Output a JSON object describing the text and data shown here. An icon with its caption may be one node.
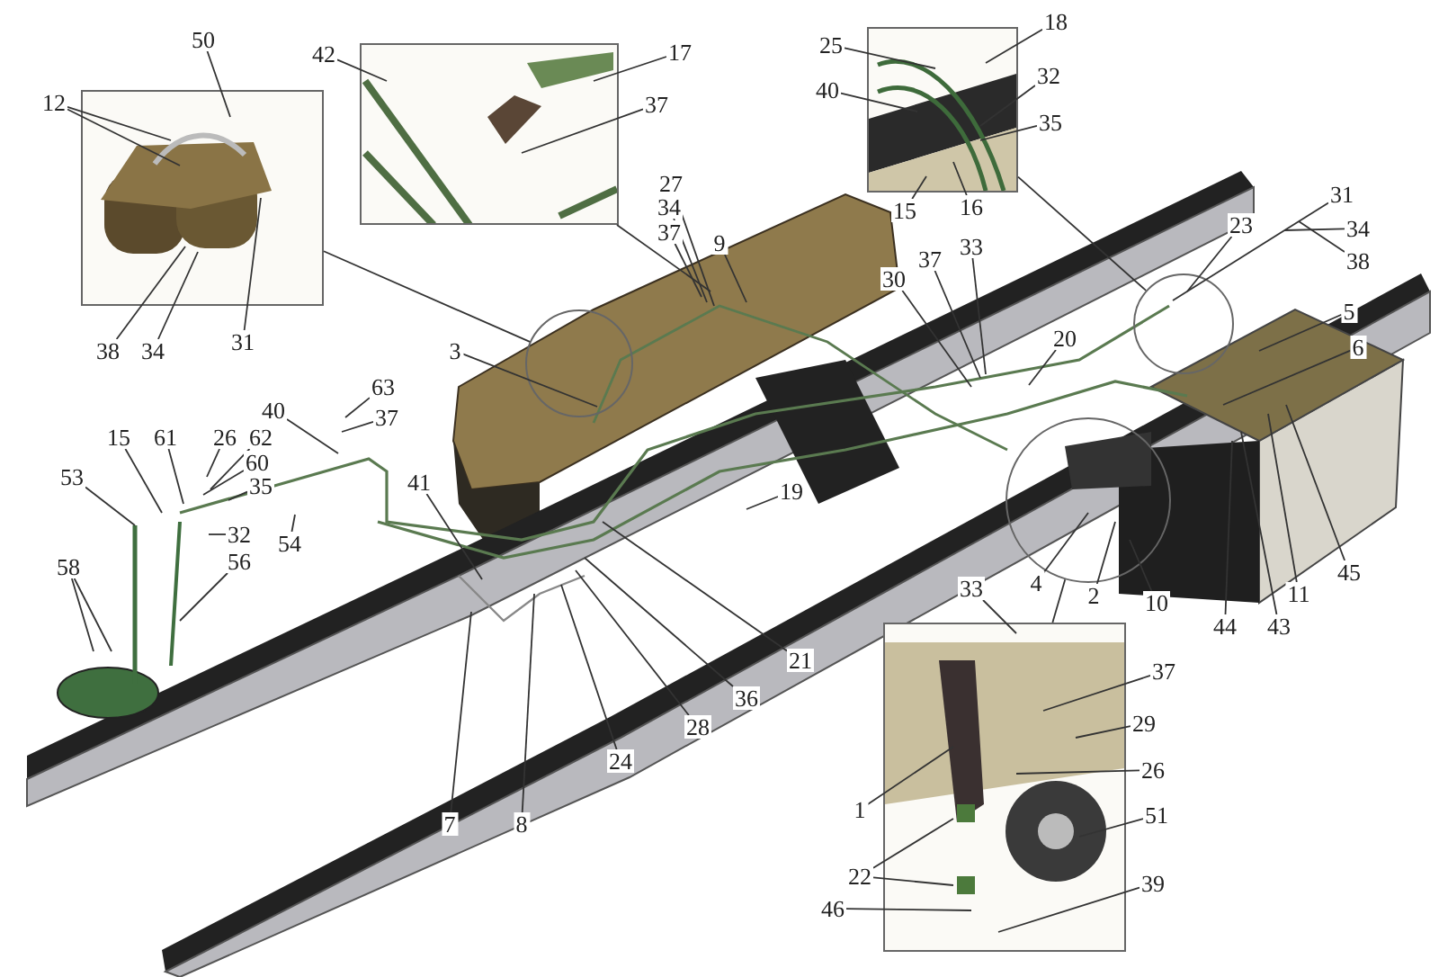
{
  "diagram": {
    "nodes": [
      {
        "text": [],
        "shape": "box"
      },
      {
        "text": [],
        "shape": "box"
      },
      {
        "text": [],
        "shape": "box"
      },
      {
        "text": [],
        "shape": "box"
      },
      {
        "text": [],
        "shape": "circle"
      },
      {
        "text": [],
        "shape": "circle"
      },
      {
        "text": [],
        "shape": "circle"
      },
      {
        "text": [
          "50"
        ]
      },
      {
        "text": [
          "12"
        ]
      },
      {
        "text": [
          "42"
        ]
      },
      {
        "text": [
          "17"
        ]
      },
      {
        "text": [
          "37"
        ]
      },
      {
        "text": [
          "25"
        ]
      },
      {
        "text": [
          "18"
        ]
      },
      {
        "text": [
          "40"
        ]
      },
      {
        "text": [
          "32"
        ]
      },
      {
        "text": [
          "35"
        ]
      },
      {
        "text": [
          "15"
        ]
      },
      {
        "text": [
          "16"
        ]
      },
      {
        "text": [
          "38"
        ]
      },
      {
        "text": [
          "34"
        ]
      },
      {
        "text": [
          "31"
        ]
      },
      {
        "text": [
          "27"
        ]
      },
      {
        "text": [
          "34"
        ]
      },
      {
        "text": [
          "37"
        ]
      },
      {
        "text": [
          "9"
        ]
      },
      {
        "text": [
          "3"
        ]
      },
      {
        "text": [
          "33"
        ]
      },
      {
        "text": [
          "37"
        ]
      },
      {
        "text": [
          "30"
        ]
      },
      {
        "text": [
          "23"
        ]
      },
      {
        "text": [
          "31"
        ]
      },
      {
        "text": [
          "34"
        ]
      },
      {
        "text": [
          "38"
        ]
      },
      {
        "text": [
          "5"
        ]
      },
      {
        "text": [
          "20"
        ]
      },
      {
        "text": [
          "6"
        ]
      },
      {
        "text": [
          "63"
        ]
      },
      {
        "text": [
          "37"
        ]
      },
      {
        "text": [
          "40"
        ]
      },
      {
        "text": [
          "15"
        ]
      },
      {
        "text": [
          "61"
        ]
      },
      {
        "text": [
          "26"
        ]
      },
      {
        "text": [
          "62"
        ]
      },
      {
        "text": [
          "60"
        ]
      },
      {
        "text": [
          "53"
        ]
      },
      {
        "text": [
          "41"
        ]
      },
      {
        "text": [
          "35"
        ]
      },
      {
        "text": [
          "19"
        ]
      },
      {
        "text": [
          "32"
        ]
      },
      {
        "text": [
          "54"
        ]
      },
      {
        "text": [
          "56"
        ]
      },
      {
        "text": [
          "58"
        ]
      },
      {
        "text": [
          "4"
        ]
      },
      {
        "text": [
          "45"
        ]
      },
      {
        "text": [
          "11"
        ]
      },
      {
        "text": [
          "2"
        ]
      },
      {
        "text": [
          "10"
        ]
      },
      {
        "text": [
          "33"
        ]
      },
      {
        "text": [
          "44"
        ]
      },
      {
        "text": [
          "43"
        ]
      },
      {
        "text": [
          "21"
        ]
      },
      {
        "text": [
          "37"
        ]
      },
      {
        "text": [
          "36"
        ]
      },
      {
        "text": [
          "29"
        ]
      },
      {
        "text": [
          "28"
        ]
      },
      {
        "text": [
          "24"
        ]
      },
      {
        "text": [
          "26"
        ]
      },
      {
        "text": [
          "1"
        ]
      },
      {
        "text": [
          "51"
        ]
      },
      {
        "text": [
          "7"
        ]
      },
      {
        "text": [
          "8"
        ]
      },
      {
        "text": [
          "22"
        ]
      },
      {
        "text": [
          "39"
        ]
      },
      {
        "text": [
          "46"
        ]
      }
    ],
    "edges": [
      {
        "from": 0,
        "to": 4,
        "arrow": "none"
      },
      {
        "from": 1,
        "to": null,
        "arrow": "none"
      },
      {
        "from": 2,
        "to": 5,
        "arrow": "none"
      },
      {
        "from": 3,
        "to": 6,
        "arrow": "none"
      },
      {
        "from": 7,
        "to": 0,
        "arrow": "none"
      },
      {
        "from": 8,
        "to": 0,
        "arrow": "none"
      },
      {
        "from": 8,
        "to": 0,
        "arrow": "none"
      },
      {
        "from": 9,
        "to": 1,
        "arrow": "none"
      },
      {
        "from": 10,
        "to": 1,
        "arrow": "none"
      },
      {
        "from": 11,
        "to": 1,
        "arrow": "none"
      },
      {
        "from": 12,
        "to": 2,
        "arrow": "none"
      },
      {
        "from": 13,
        "to": 2,
        "arrow": "none"
      },
      {
        "from": 14,
        "to": 2,
        "arrow": "none"
      },
      {
        "from": 15,
        "to": 2,
        "arrow": "none"
      },
      {
        "from": 16,
        "to": 2,
        "arrow": "none"
      },
      {
        "from": 17,
        "to": 2,
        "arrow": "none"
      },
      {
        "from": 18,
        "to": 2,
        "arrow": "none"
      },
      {
        "from": 19,
        "to": 0,
        "arrow": "none"
      },
      {
        "from": 20,
        "to": 0,
        "arrow": "none"
      },
      {
        "from": 21,
        "to": 0,
        "arrow": "none"
      },
      {
        "from": 22,
        "to": null,
        "arrow": "none"
      },
      {
        "from": 23,
        "to": null,
        "arrow": "none"
      },
      {
        "from": 24,
        "to": null,
        "arrow": "none"
      },
      {
        "from": 25,
        "to": null,
        "arrow": "none"
      },
      {
        "from": 26,
        "to": 4,
        "arrow": "none"
      },
      {
        "from": 27,
        "to": null,
        "arrow": "none"
      },
      {
        "from": 28,
        "to": null,
        "arrow": "none"
      },
      {
        "from": 29,
        "to": null,
        "arrow": "none"
      },
      {
        "from": 30,
        "to": 5,
        "arrow": "none"
      },
      {
        "from": 31,
        "to": 5,
        "arrow": "none"
      },
      {
        "from": 32,
        "to": null,
        "arrow": "none"
      },
      {
        "from": 33,
        "to": null,
        "arrow": "none"
      },
      {
        "from": 34,
        "to": null,
        "arrow": "none"
      },
      {
        "from": 35,
        "to": null,
        "arrow": "none"
      },
      {
        "from": 36,
        "to": null,
        "arrow": "none"
      },
      {
        "from": 37,
        "to": null,
        "arrow": "none"
      },
      {
        "from": 38,
        "to": null,
        "arrow": "none"
      },
      {
        "from": 39,
        "to": null,
        "arrow": "none"
      },
      {
        "from": 40,
        "to": null,
        "arrow": "none"
      },
      {
        "from": 41,
        "to": null,
        "arrow": "none"
      },
      {
        "from": 42,
        "to": null,
        "arrow": "none"
      },
      {
        "from": 43,
        "to": null,
        "arrow": "none"
      },
      {
        "from": 44,
        "to": null,
        "arrow": "none"
      },
      {
        "from": 45,
        "to": null,
        "arrow": "none"
      },
      {
        "from": 46,
        "to": null,
        "arrow": "none"
      },
      {
        "from": 47,
        "to": null,
        "arrow": "none"
      },
      {
        "from": 48,
        "to": null,
        "arrow": "none"
      },
      {
        "from": 49,
        "to": null,
        "arrow": "none"
      },
      {
        "from": 50,
        "to": null,
        "arrow": "none"
      },
      {
        "from": 51,
        "to": null,
        "arrow": "none"
      },
      {
        "from": 52,
        "to": null,
        "arrow": "none"
      },
      {
        "from": 52,
        "to": null,
        "arrow": "none"
      },
      {
        "from": 53,
        "to": 6,
        "arrow": "none"
      },
      {
        "from": 54,
        "to": null,
        "arrow": "none"
      },
      {
        "from": 55,
        "to": null,
        "arrow": "none"
      },
      {
        "from": 56,
        "to": 6,
        "arrow": "none"
      },
      {
        "from": 57,
        "to": 6,
        "arrow": "none"
      },
      {
        "from": 58,
        "to": 3,
        "arrow": "none"
      },
      {
        "from": 59,
        "to": null,
        "arrow": "none"
      },
      {
        "from": 60,
        "to": null,
        "arrow": "none"
      },
      {
        "from": 61,
        "to": null,
        "arrow": "none"
      },
      {
        "from": 62,
        "to": 3,
        "arrow": "none"
      },
      {
        "from": 63,
        "to": null,
        "arrow": "none"
      },
      {
        "from": 64,
        "to": 3,
        "arrow": "none"
      },
      {
        "from": 65,
        "to": null,
        "arrow": "none"
      },
      {
        "from": 66,
        "to": null,
        "arrow": "none"
      },
      {
        "from": 67,
        "to": 3,
        "arrow": "none"
      },
      {
        "from": 68,
        "to": 3,
        "arrow": "none"
      },
      {
        "from": 69,
        "to": 3,
        "arrow": "none"
      },
      {
        "from": 70,
        "to": null,
        "arrow": "none"
      },
      {
        "from": 71,
        "to": null,
        "arrow": "none"
      },
      {
        "from": 72,
        "to": 3,
        "arrow": "none"
      },
      {
        "from": 72,
        "to": 3,
        "arrow": "none"
      },
      {
        "from": 73,
        "to": 3,
        "arrow": "none"
      },
      {
        "from": 74,
        "to": 3,
        "arrow": "none"
      }
    ]
  }
}
